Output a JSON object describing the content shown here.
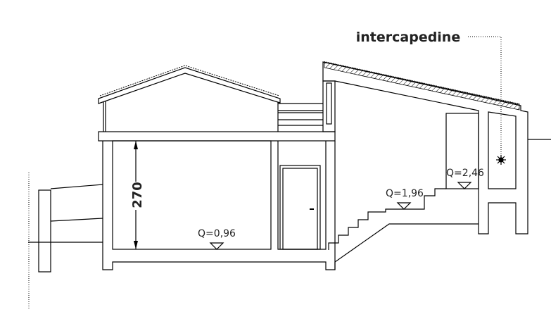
{
  "labels": {
    "intercapedine": "intercapedine",
    "height_dimension": "270",
    "level_ground": "Q=0,96",
    "level_mid": "Q=1,96",
    "level_upper": "Q=2,46"
  },
  "colors": {
    "line": "#000000",
    "background": "#ffffff"
  }
}
